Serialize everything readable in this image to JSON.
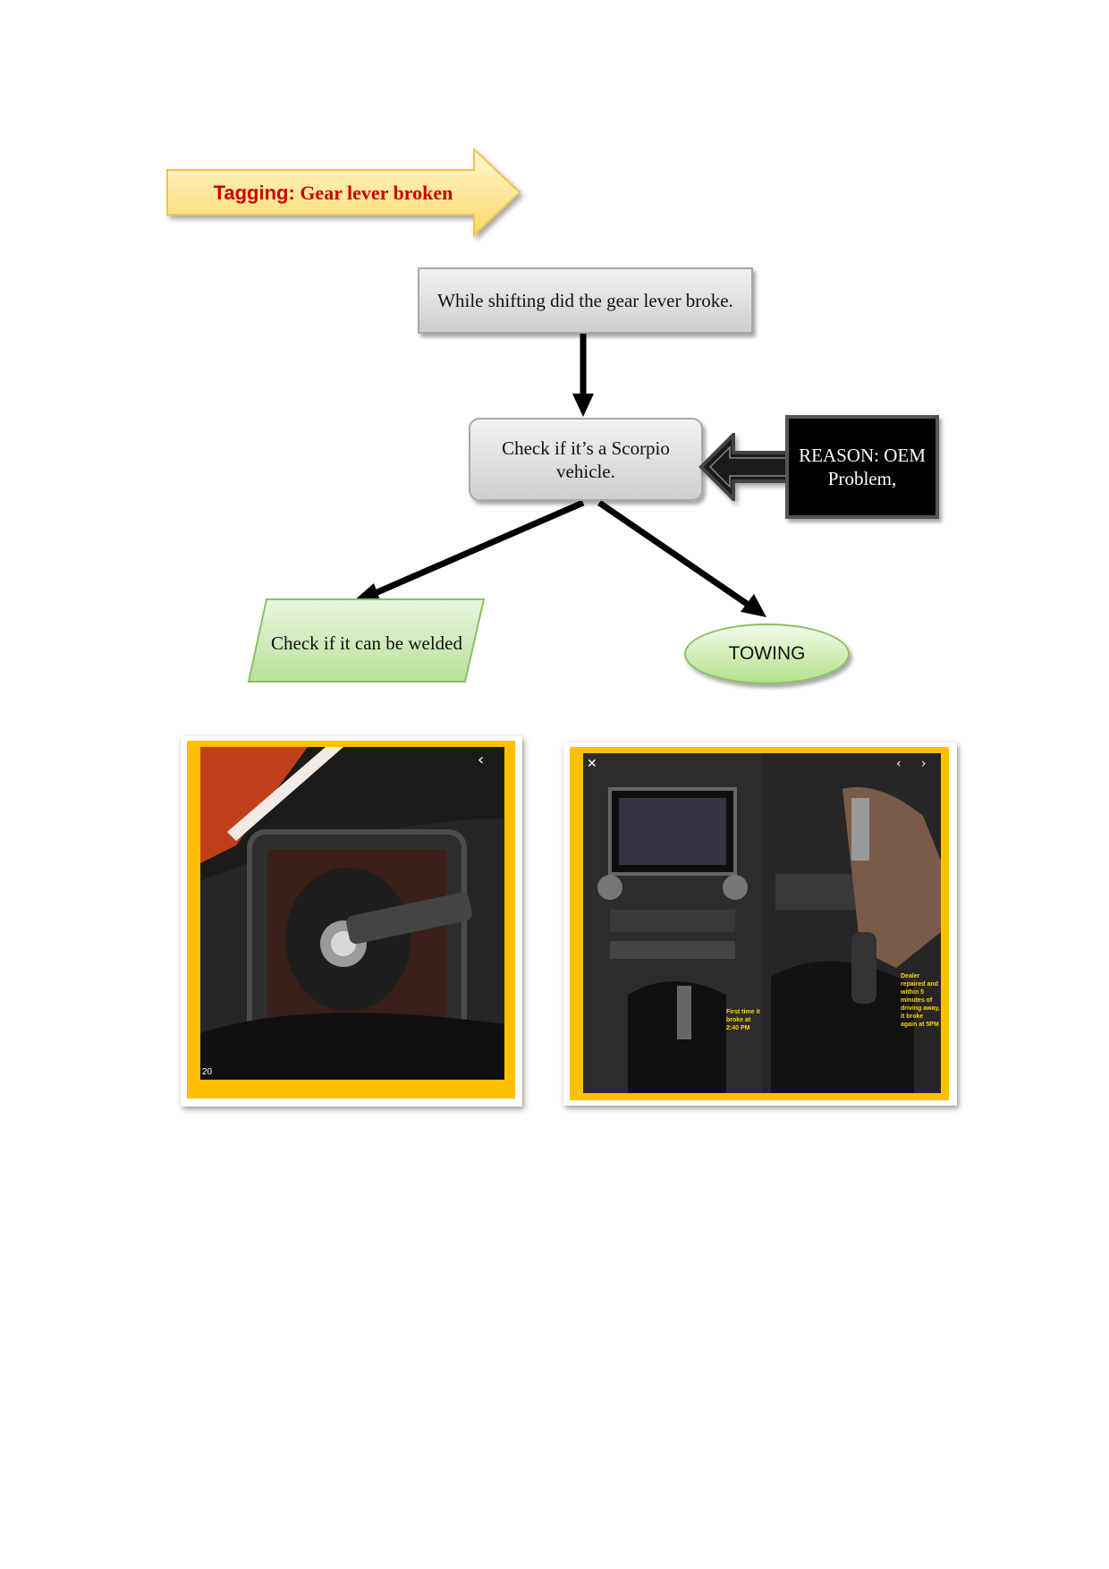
{
  "tag": {
    "label": "Tagging:",
    "value": " Gear lever broken"
  },
  "flow": {
    "question": "While shifting did the gear lever broke.",
    "check_scorpio": "Check if it’s a Scorpio vehicle.",
    "reason": "REASON: OEM Problem,",
    "check_welded": "Check if it can be welded",
    "towing": "TOWING"
  },
  "photos": {
    "photo1": {
      "corner_number": "20"
    },
    "photo2": {
      "caption_left": "First time it broke at 2:40 PM",
      "caption_right": "Dealer repaired and within 5 minutes of driving away, it broke again at 5PM"
    }
  },
  "colors": {
    "tag_arrow_fill": "#ffe699",
    "tag_text": "#cc0000",
    "process_fill": "#d9d9d9",
    "reason_fill": "#000000",
    "decision_green": "#c5e0b4",
    "frame_yellow": "#ffc000"
  }
}
